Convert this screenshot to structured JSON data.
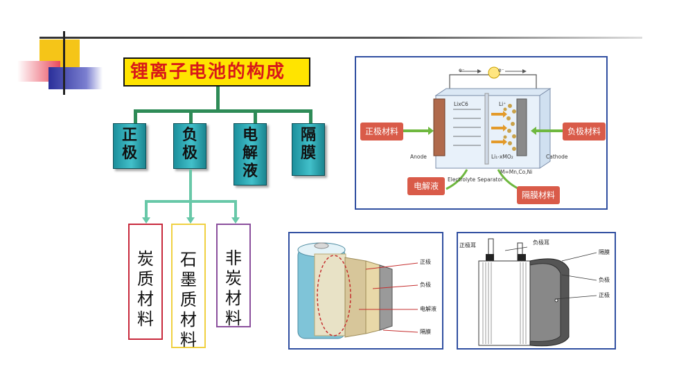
{
  "title": "锂离子电池的构成",
  "components": [
    {
      "label": [
        "正",
        "极"
      ]
    },
    {
      "label": [
        "负",
        "极"
      ]
    },
    {
      "label": [
        "电",
        "解",
        "液"
      ]
    },
    {
      "label": [
        "隔",
        "膜"
      ]
    }
  ],
  "anode_materials": [
    {
      "label": [
        "炭",
        "质",
        "材",
        "料"
      ],
      "border": "#c8283b"
    },
    {
      "label": [
        "石",
        "墨",
        "质",
        "材",
        "料"
      ],
      "border": "#f0d040"
    },
    {
      "label": [
        "非",
        "炭",
        "材",
        "料"
      ],
      "border": "#8a4e9c"
    }
  ],
  "schematic": {
    "tag_positive": "正极材料",
    "tag_negative": "负极材料",
    "tag_electrolyte": "电解液",
    "tag_separator": "隔膜材料",
    "electron_left": "e⁻",
    "electron_right": "e⁻",
    "lixc6": "LixC6",
    "li_plus": "Li⁺",
    "anode": "Anode",
    "cathode": "Cathode",
    "limo2": "Li₁-xMO₂",
    "m_formula": "M=Mn,Co,Ni",
    "electrolyte": "Electrolyte",
    "separator": "Separator"
  },
  "cylindrical": {
    "labels": [
      "正极",
      "负极",
      "电解液",
      "隔膜"
    ]
  },
  "prismatic": {
    "tab_positive": "正极耳",
    "tab_negative": "负极耳",
    "labels": [
      "隔膜",
      "负极",
      "正极"
    ]
  },
  "colors": {
    "title_bg": "#ffe400",
    "title_text": "#d81919",
    "pillar": "#2aa5b0",
    "connector": "#2e8b57",
    "tag": "#d95b49",
    "panel_border": "#2f4ea0"
  }
}
